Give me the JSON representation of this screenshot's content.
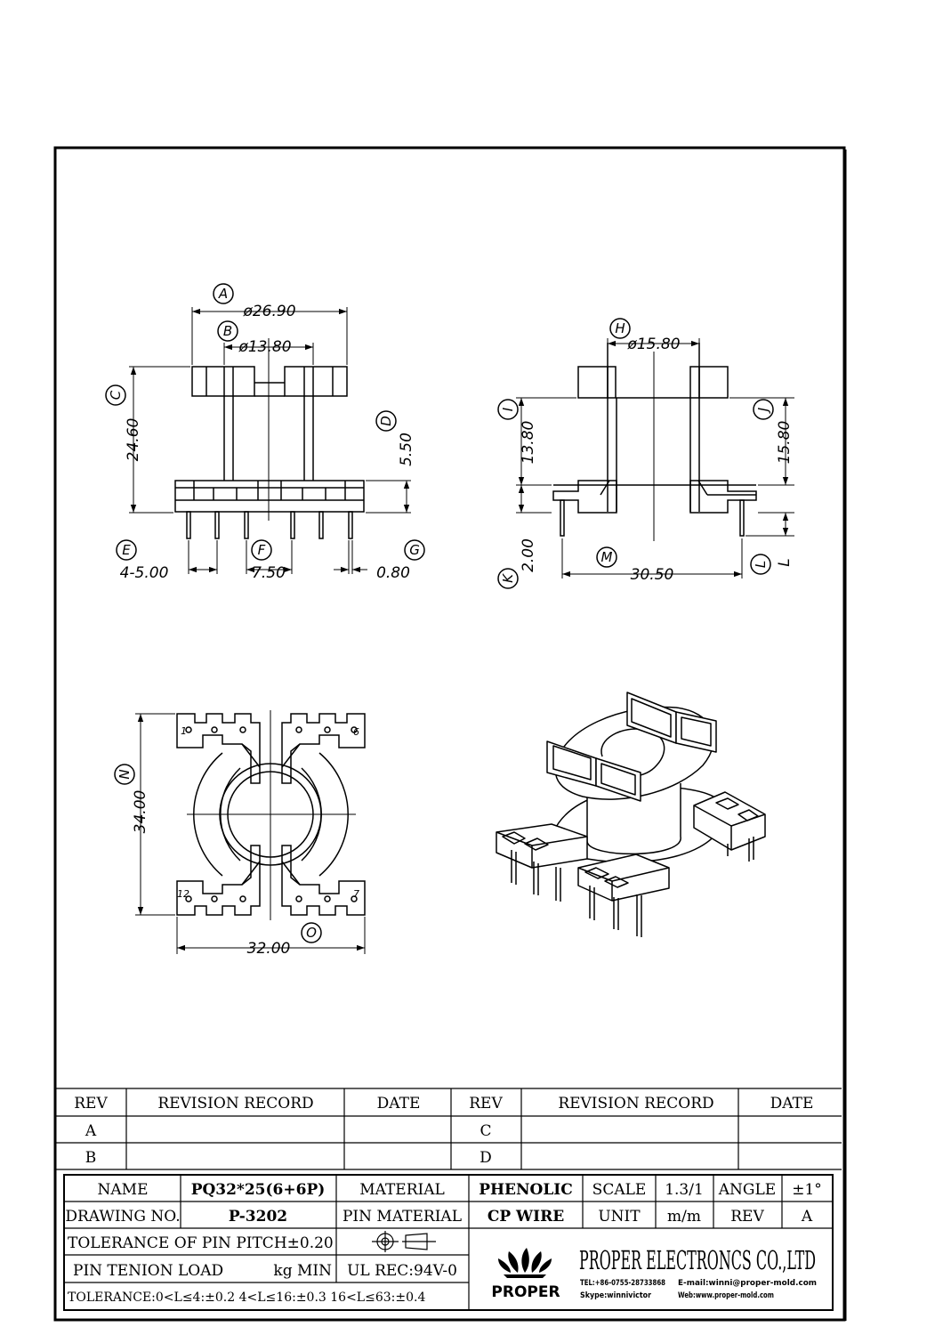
{
  "views": {
    "front": {
      "A": "A",
      "dimA": "ø26.90",
      "B": "B",
      "dimB": "ø13.80",
      "C": "C",
      "dimC": "24.60",
      "D": "D",
      "dimD": "5.50",
      "E": "E",
      "dimE": "4-5.00",
      "F": "F",
      "dimF": "7.50",
      "G": "G",
      "dimG": "0.80"
    },
    "side": {
      "H": "H",
      "dimH": "ø15.80",
      "I": "I",
      "dimI": "13.80",
      "J": "J",
      "dimJ": "15.80",
      "K": "K",
      "dimK": "2.00",
      "L": "L",
      "dimL": "L",
      "M": "M",
      "dimM": "30.50"
    },
    "bottom": {
      "N": "N",
      "dimN": "34.00",
      "O": "O",
      "dimO": "32.00",
      "pin1": "1",
      "pin6": "6",
      "pin12": "12",
      "pin7": "7"
    }
  },
  "revision_table": {
    "rev_header": "REV",
    "record_header": "REVISION RECORD",
    "date_header": "DATE",
    "rows_left": [
      "A",
      "B"
    ],
    "rows_right": [
      "C",
      "D"
    ]
  },
  "title_block": {
    "name_label": "NAME",
    "name_value": "PQ32*25(6+6P)",
    "material_label": "MATERIAL",
    "material_value": "PHENOLIC",
    "scale_label": "SCALE",
    "scale_value": "1.3/1",
    "angle_label": "ANGLE",
    "angle_value": "±1°",
    "drawing_no_label": "DRAWING NO.",
    "drawing_no_value": "P-3202",
    "pin_material_label": "PIN MATERIAL",
    "pin_material_value": "CP WIRE",
    "unit_label": "UNIT",
    "unit_value": "m/m",
    "rev_label": "REV",
    "rev_value": "A",
    "tolerance_pin_pitch": "TOLERANCE OF PIN PITCH±0.20",
    "pin_tension_label": "PIN TENION LOAD",
    "pin_tension_unit": "kg MIN",
    "ul_rec": "UL REC:94V-0",
    "tolerance_general": "TOLERANCE:0<L≤4:±0.2  4<L≤16:±0.3  16<L≤63:±0.4",
    "logo_text": "PROPER",
    "company_name": "PROPER ELECTRONCS CO.,LTD",
    "tel": "TEL:+86-0755-28733868",
    "email": "E-mail:winni@proper-mold.com",
    "skype": "Skype:winnivictor",
    "web": "Web:www.proper-mold.com"
  }
}
